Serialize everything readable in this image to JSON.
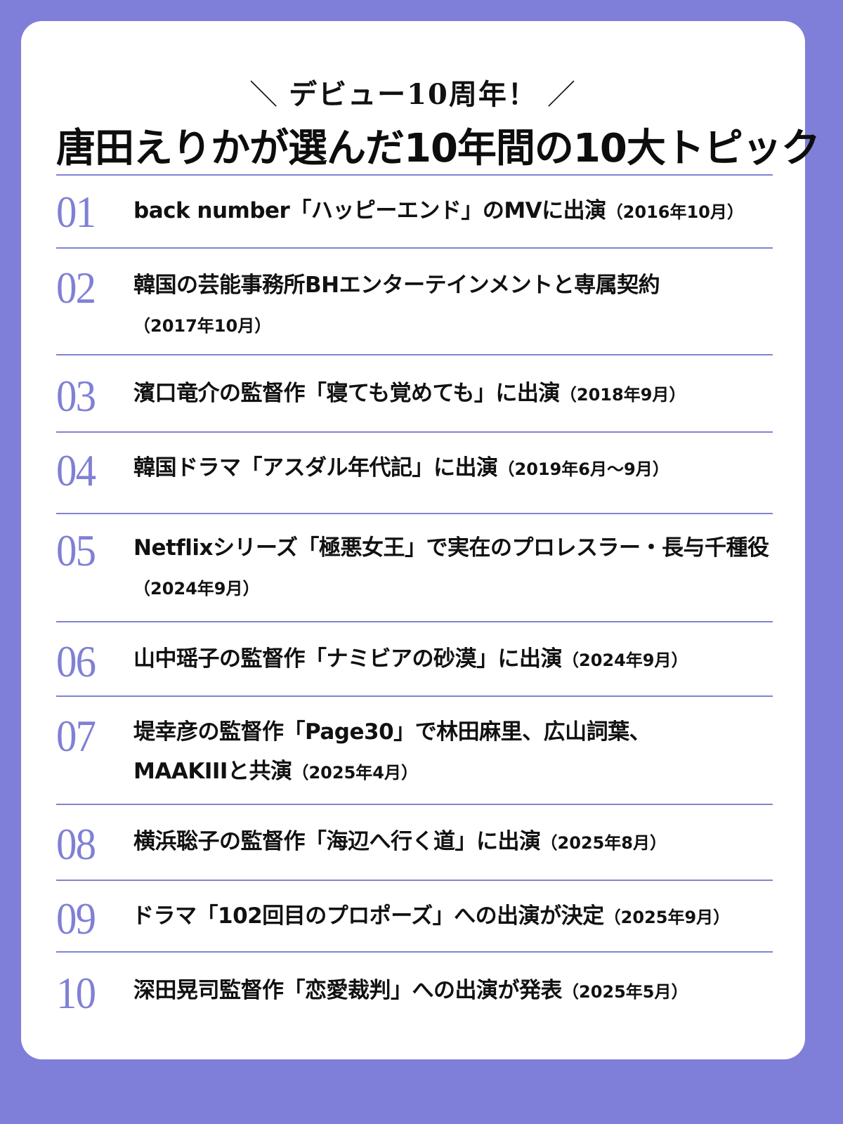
{
  "header": {
    "subtitle": "デビュー10周年！",
    "subtitle_left_mark": "＼",
    "subtitle_right_mark": "／",
    "title": "唐田えりかが選んだ10年間の10大トピック"
  },
  "colors": {
    "background": "#7f7fd9",
    "card": "#ffffff",
    "accent_number": "#8080d6",
    "divider": "#8282d4",
    "text": "#111111"
  },
  "topics": [
    {
      "number": "01",
      "text": "back number「ハッピーエンド」のMVに出演",
      "date": "（2016年10月）"
    },
    {
      "number": "02",
      "text": "韓国の芸能事務所BHエンターテインメントと専属契約",
      "date": "（2017年10月）"
    },
    {
      "number": "03",
      "text": "濱口竜介の監督作「寝ても覚めても」に出演",
      "date": "（2018年9月）"
    },
    {
      "number": "04",
      "text": "韓国ドラマ「アスダル年代記」に出演",
      "date": "（2019年6月～9月）"
    },
    {
      "number": "05",
      "text": "Netflixシリーズ「極悪女王」で実在のプロレスラー・長与千種役",
      "date": "（2024年9月）"
    },
    {
      "number": "06",
      "text": "山中瑶子の監督作「ナミビアの砂漠」に出演",
      "date": "（2024年9月）"
    },
    {
      "number": "07",
      "text": "堤幸彦の監督作「Page30」で林田麻里、広山詞葉、MAAKIIIと共演",
      "date": "（2025年4月）"
    },
    {
      "number": "08",
      "text": "横浜聡子の監督作「海辺へ行く道」に出演",
      "date": "（2025年8月）"
    },
    {
      "number": "09",
      "text": "ドラマ「102回目のプロポーズ」への出演が決定",
      "date": "（2025年9月）"
    },
    {
      "number": "10",
      "text": "深田晃司監督作「恋愛裁判」への出演が発表",
      "date": "（2025年5月）"
    }
  ]
}
